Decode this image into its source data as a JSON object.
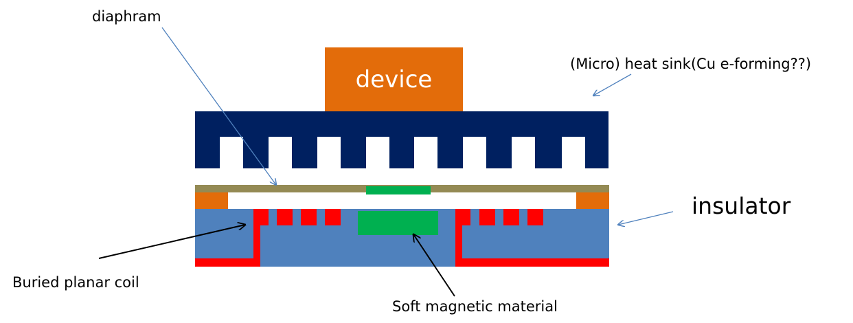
{
  "labels": {
    "device": "device",
    "diaphram": "diaphram",
    "heat_sink": "(Micro) heat sink(Cu e-forming??)",
    "insulator": "insulator",
    "buried_coil": "Buried planar coil",
    "soft_magnetic": "Soft magnetic material"
  },
  "colors": {
    "device": "#E36C0A",
    "heat_sink": "#002060",
    "diaphragm": "#948A54",
    "spacer": "#E36C0A",
    "insulator": "#4F81BD",
    "coil": "#FF0000",
    "magnetic": "#00B050",
    "leader_blue": "#4F81BD",
    "leader_black": "#000000"
  }
}
